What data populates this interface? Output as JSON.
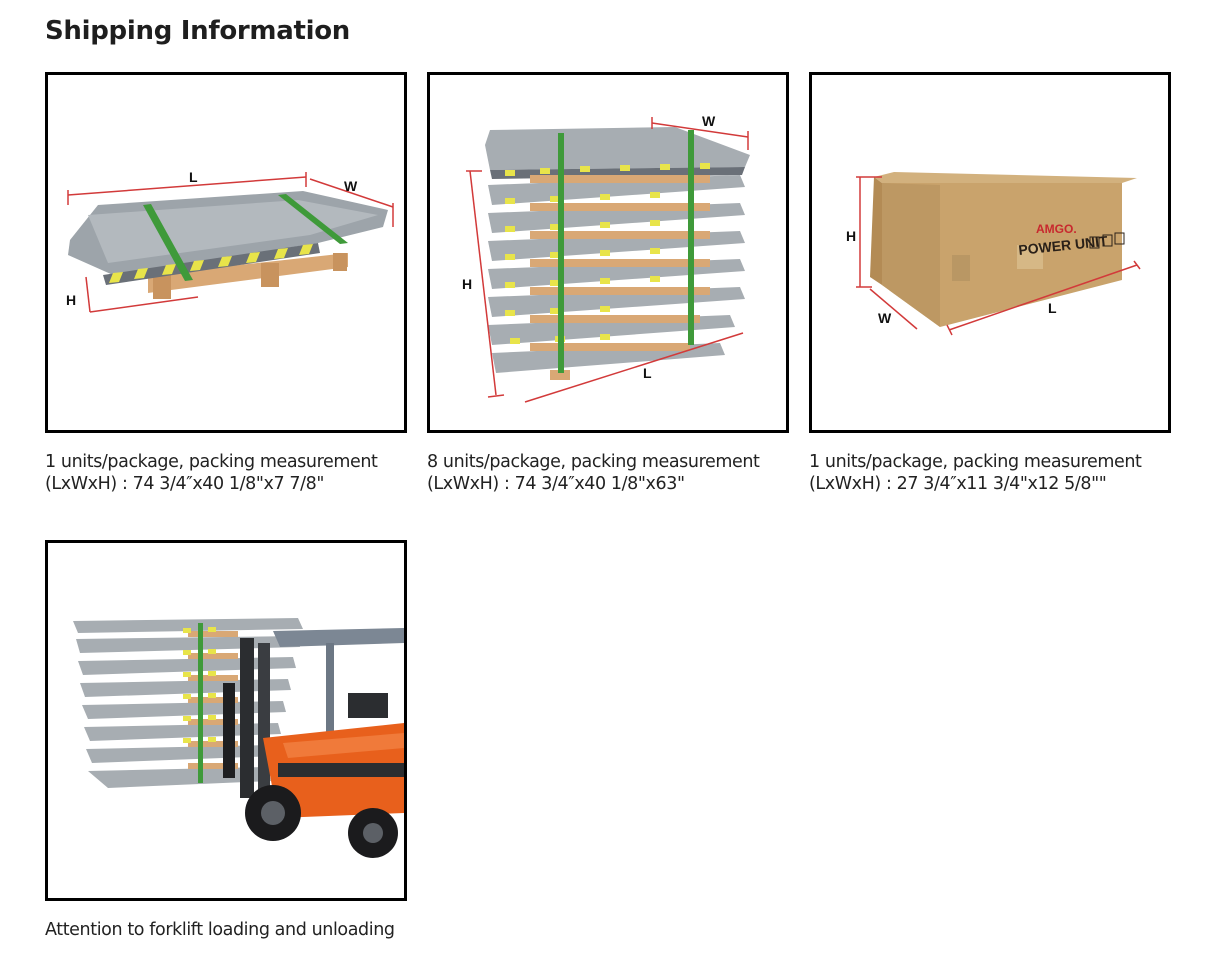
{
  "page": {
    "title": "Shipping Information"
  },
  "items": [
    {
      "caption_line1": "1 units/package, packing measurement",
      "caption_line2": "(LxWxH) : 74 3/4″x40 1/8\"x7 7/8\"",
      "dims": {
        "l": "L",
        "w": "W",
        "h": "H"
      }
    },
    {
      "caption_line1": "8 units/package, packing measurement",
      "caption_line2": "(LxWxH) : 74 3/4″x40 1/8\"x63\"",
      "dims": {
        "l": "L",
        "w": "W",
        "h": "H"
      }
    },
    {
      "caption_line1": "1 units/package, packing measurement",
      "caption_line2": "(LxWxH) : 27 3/4″x11 3/4\"x12 5/8\"\"",
      "dims": {
        "l": "L",
        "w": "W",
        "h": "H"
      },
      "box_brand": "AMGO.",
      "box_label": "POWER UNIT"
    },
    {
      "caption_line1": "Attention to forklift loading and unloading"
    }
  ]
}
